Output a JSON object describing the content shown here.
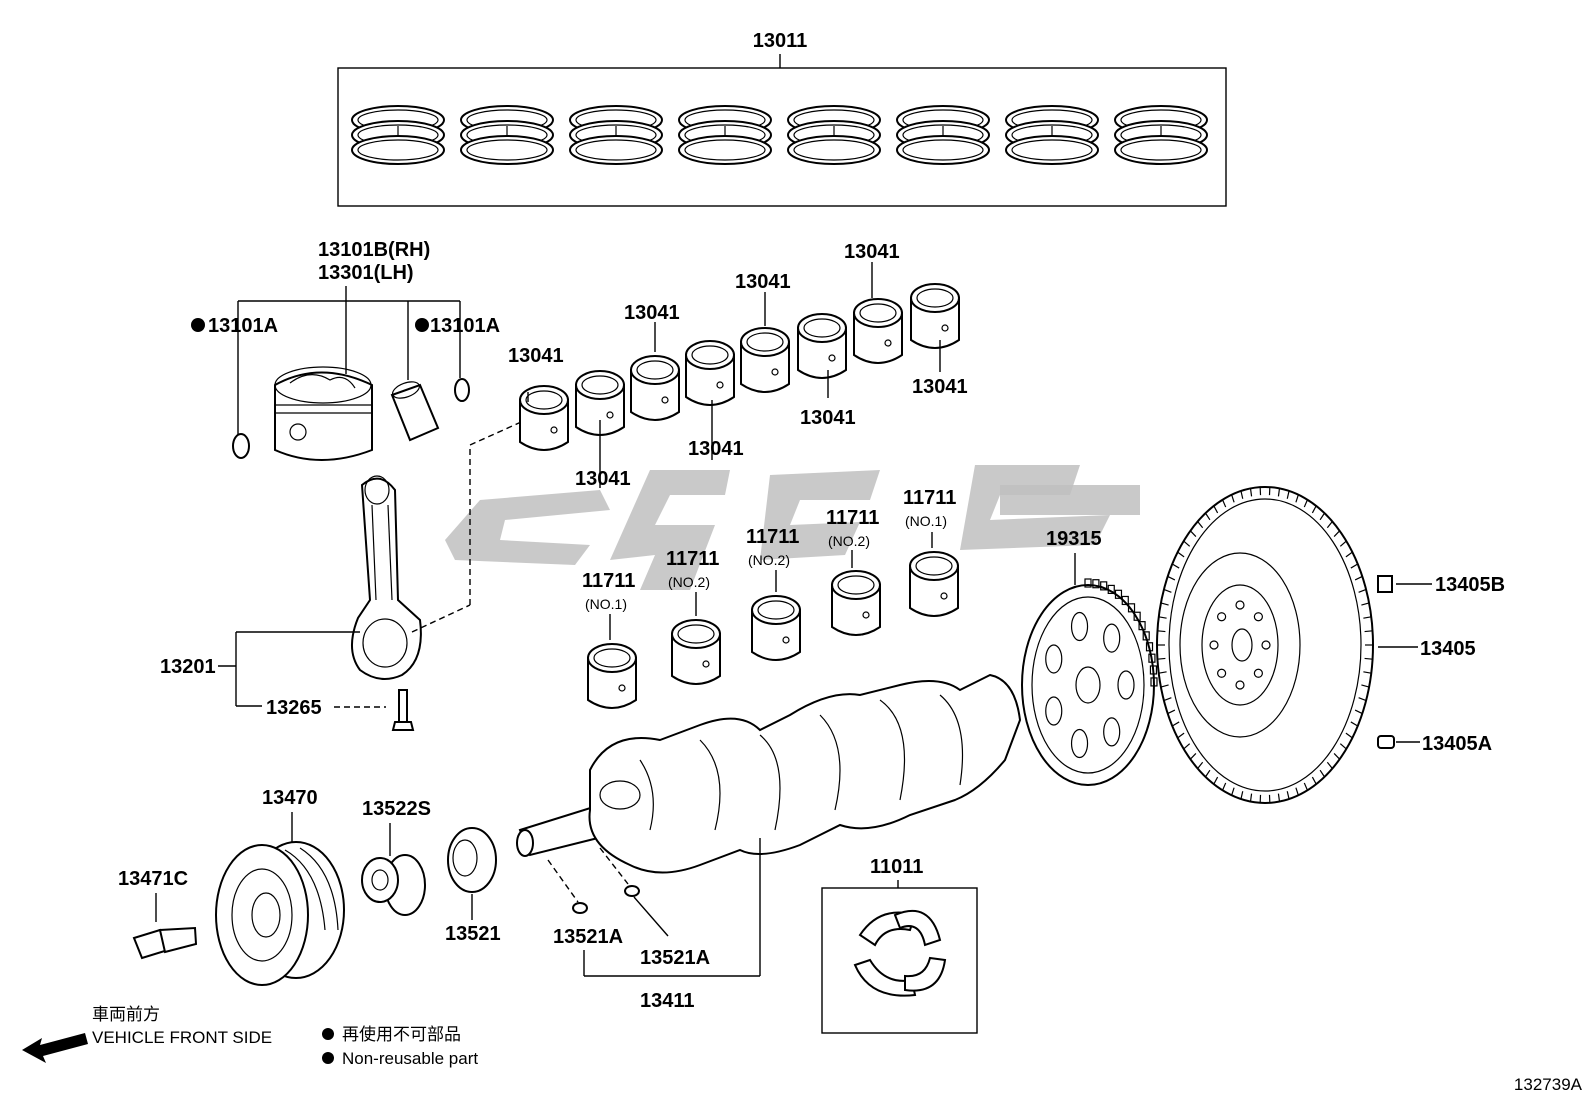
{
  "labels": {
    "piston_ring_set": "13011",
    "piston": "13101B(RH)",
    "piston_lh": "13301(LH)",
    "piston_pin_ring_left": "13101A",
    "piston_pin_ring_right": "13101A",
    "conn_rod_bearing": "13041",
    "connecting_rod": "13201",
    "conn_rod_bolt": "13265",
    "main_bearing": "11711",
    "main_bearing_no1": "(NO.1)",
    "main_bearing_no2": "(NO.2)",
    "timing_rotor": "19315",
    "flywheel": "13405",
    "flywheel_bolt": "13405B",
    "flywheel_pin": "13405A",
    "crank_pulley": "13470",
    "pulley_bolt": "13471C",
    "crank_gear": "13522S",
    "crank_sprocket": "13521",
    "crank_key": "13521A",
    "crankshaft": "13411",
    "thrust_washer_set": "11011"
  },
  "legend": {
    "vehicle_front_jp": "車両前方",
    "vehicle_front_en": "VEHICLE FRONT SIDE",
    "non_reusable_jp": "再使用不可部品",
    "non_reusable_en": "Non-reusable part"
  },
  "illustration_code": "132739A",
  "icons": {
    "non_reusable_marker": "filled-dot",
    "front_direction": "arrow-left",
    "watermark": "brand-watermark"
  }
}
